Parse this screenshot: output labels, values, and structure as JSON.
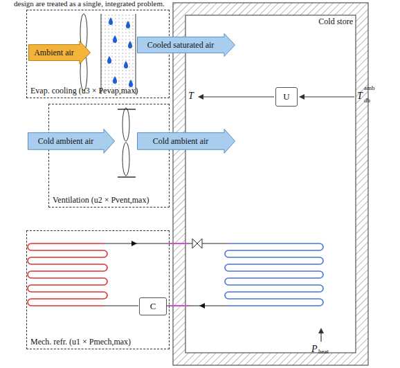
{
  "diagram": {
    "nodes": [
      {
        "text": [
          "Evap. cooling (u3 × Pevap,max)"
        ]
      },
      {
        "text": [
          "Ambient air"
        ],
        "in": 0
      },
      {
        "text": [
          "Cooled saturated air"
        ]
      },
      {
        "text": [
          "Ventilation (u2 × Pvent,max)"
        ]
      },
      {
        "text": [
          "Cold ambient air"
        ]
      },
      {
        "text": [
          "Cold ambient air"
        ]
      },
      {
        "text": [
          "Mech. refr. (u1 × Pmech,max)"
        ]
      },
      {
        "text": [
          "C"
        ],
        "in": 6
      },
      {
        "text": [
          "Cold store"
        ]
      },
      {
        "text": [
          "U"
        ],
        "in": 8
      }
    ],
    "labels": [
      "design are treated as a single, integrated problem.",
      "T",
      "T",
      "amb",
      "db",
      "P",
      "heat"
    ]
  }
}
